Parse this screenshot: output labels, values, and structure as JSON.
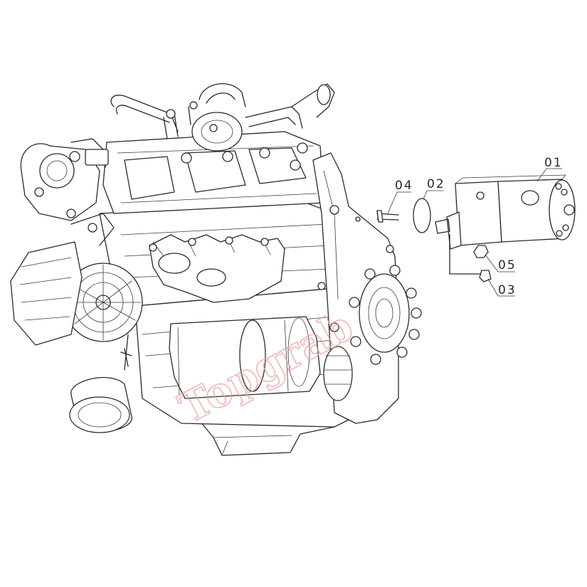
{
  "diagram": {
    "type": "exploded-parts-drawing",
    "callouts": [
      {
        "id": "01",
        "label": "01"
      },
      {
        "id": "02",
        "label": "02"
      },
      {
        "id": "03",
        "label": "03"
      },
      {
        "id": "04",
        "label": "04"
      },
      {
        "id": "05",
        "label": "05"
      }
    ],
    "watermark": "Topgrab",
    "colors": {
      "line": "#2a2a2a",
      "watermark": "#e8a0a0",
      "background": "#ffffff"
    }
  }
}
